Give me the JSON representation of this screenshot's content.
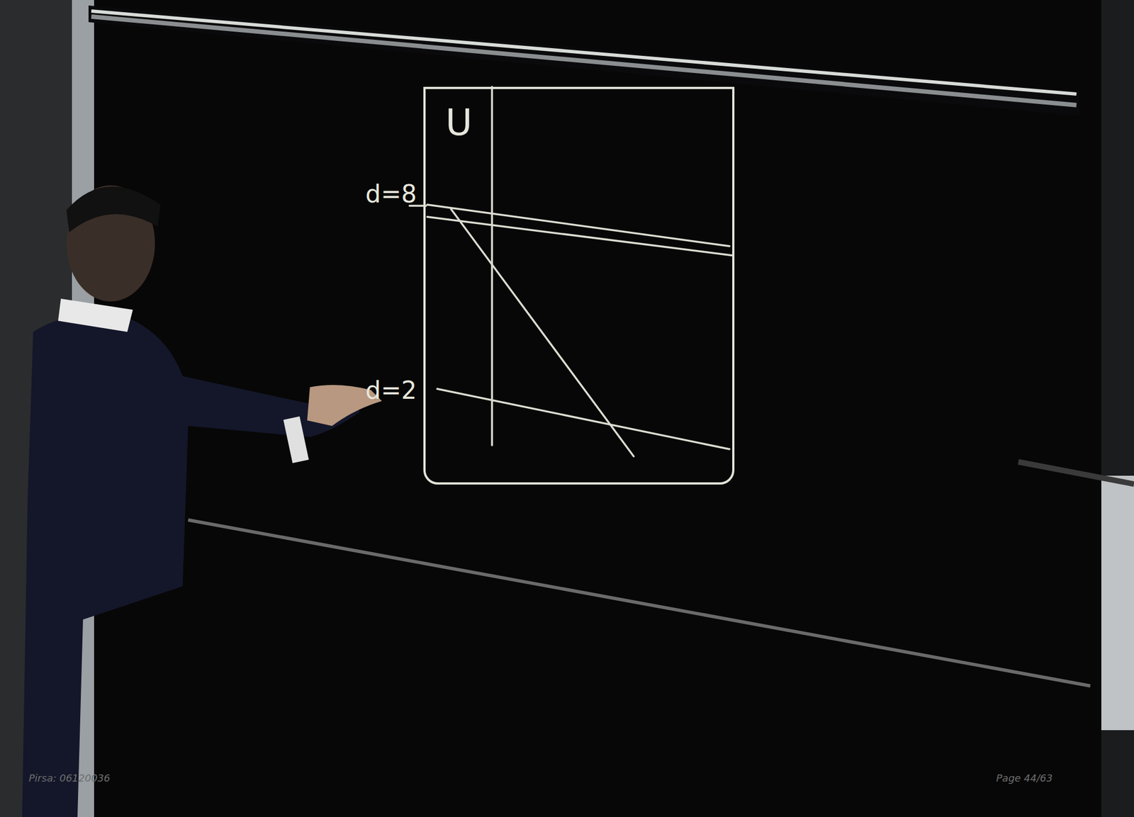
{
  "diagram": {
    "nodes": [
      {
        "text": [
          "U"
        ]
      }
    ],
    "labels": [
      "d=8",
      "d=2",
      "Pirsa: 06120036",
      "Page 44/63"
    ]
  }
}
